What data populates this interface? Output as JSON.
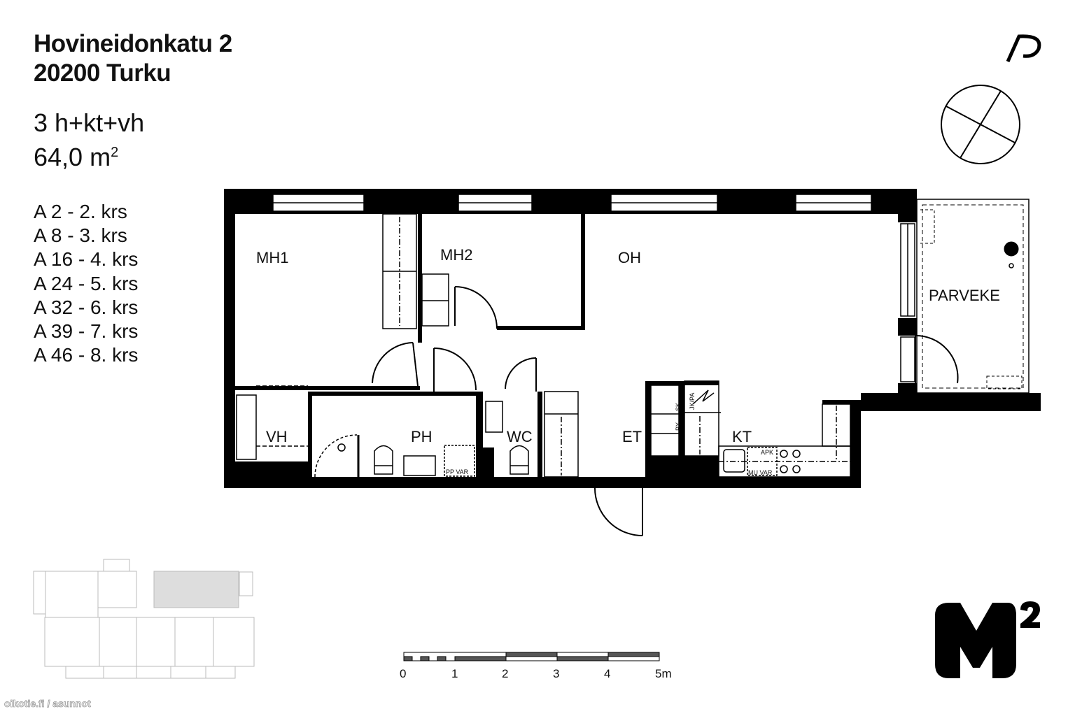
{
  "header": {
    "address_line1": "Hovineidonkatu 2",
    "address_line2": "20200 Turku",
    "apartment_type": "3 h+kt+vh",
    "area": "64,0 m",
    "area_unit_superscript": "2"
  },
  "units": [
    "A 2 - 2. krs",
    "A 8 - 3. krs",
    "A 16 - 4. krs",
    "A 24 - 5. krs",
    "A 32 - 6. krs",
    "A 39 - 7. krs",
    "A 46 - 8. krs"
  ],
  "rooms": {
    "mh1": "MH1",
    "mh2": "MH2",
    "oh": "OH",
    "parveke": "PARVEKE",
    "vh": "VH",
    "ph": "PH",
    "wc": "WC",
    "et": "ET",
    "kt": "KT"
  },
  "fixtures": {
    "sk": "SK",
    "py": "PY",
    "jkpa": "JK/PA",
    "apk": "APK",
    "mu_var": "MU VAR",
    "pp_var": "PP VAR"
  },
  "scale_bar": {
    "ticks": [
      "0",
      "1",
      "2",
      "3",
      "4",
      "5m"
    ]
  },
  "icons": {
    "north": "north-arrow-icon",
    "compass": "compass-icon",
    "logo": "m2-logo"
  },
  "logo_text": "M2",
  "watermark": "oikotie.fi / asunnot",
  "colors": {
    "wall": "#000000",
    "keyplan_line": "#bbbbbb",
    "keyplan_highlight": "#dddddd"
  }
}
